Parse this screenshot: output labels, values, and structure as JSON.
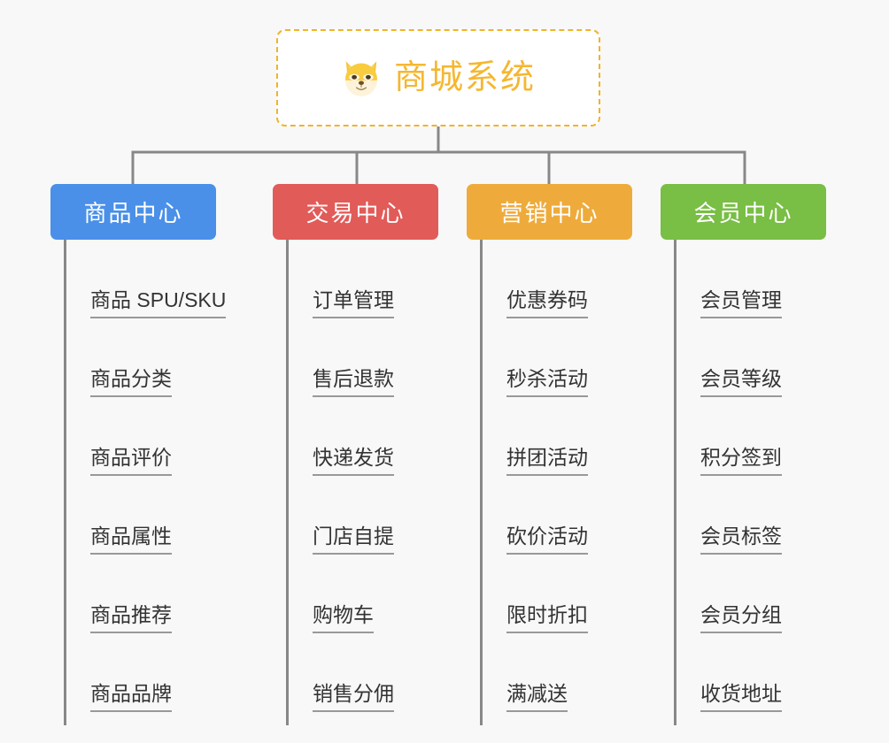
{
  "page": {
    "background_color": "#f8f8f8",
    "type": "mindmap"
  },
  "root": {
    "title": "商城系统",
    "icon": "shiba-dog-emoji",
    "text_color": "#f5b731",
    "border_color": "#f0b429",
    "background_color": "#ffffff"
  },
  "branches": [
    {
      "title": "商品中心",
      "color": "#4a90e8",
      "items": [
        {
          "label": "商品 SPU/SKU"
        },
        {
          "label": "商品分类"
        },
        {
          "label": "商品评价"
        },
        {
          "label": "商品属性"
        },
        {
          "label": "商品推荐"
        },
        {
          "label": "商品品牌"
        }
      ]
    },
    {
      "title": "交易中心",
      "color": "#e15b59",
      "items": [
        {
          "label": "订单管理"
        },
        {
          "label": "售后退款"
        },
        {
          "label": "快递发货"
        },
        {
          "label": "门店自提"
        },
        {
          "label": "购物车"
        },
        {
          "label": "销售分佣"
        }
      ]
    },
    {
      "title": "营销中心",
      "color": "#eeab3c",
      "items": [
        {
          "label": "优惠券码"
        },
        {
          "label": "秒杀活动"
        },
        {
          "label": "拼团活动"
        },
        {
          "label": "砍价活动"
        },
        {
          "label": "限时折扣"
        },
        {
          "label": "满减送"
        }
      ]
    },
    {
      "title": "会员中心",
      "color": "#79be45",
      "items": [
        {
          "label": "会员管理"
        },
        {
          "label": "会员等级"
        },
        {
          "label": "积分签到"
        },
        {
          "label": "会员标签"
        },
        {
          "label": "会员分组"
        },
        {
          "label": "收货地址"
        }
      ]
    }
  ],
  "connectors": {
    "line_color": "#888888"
  }
}
